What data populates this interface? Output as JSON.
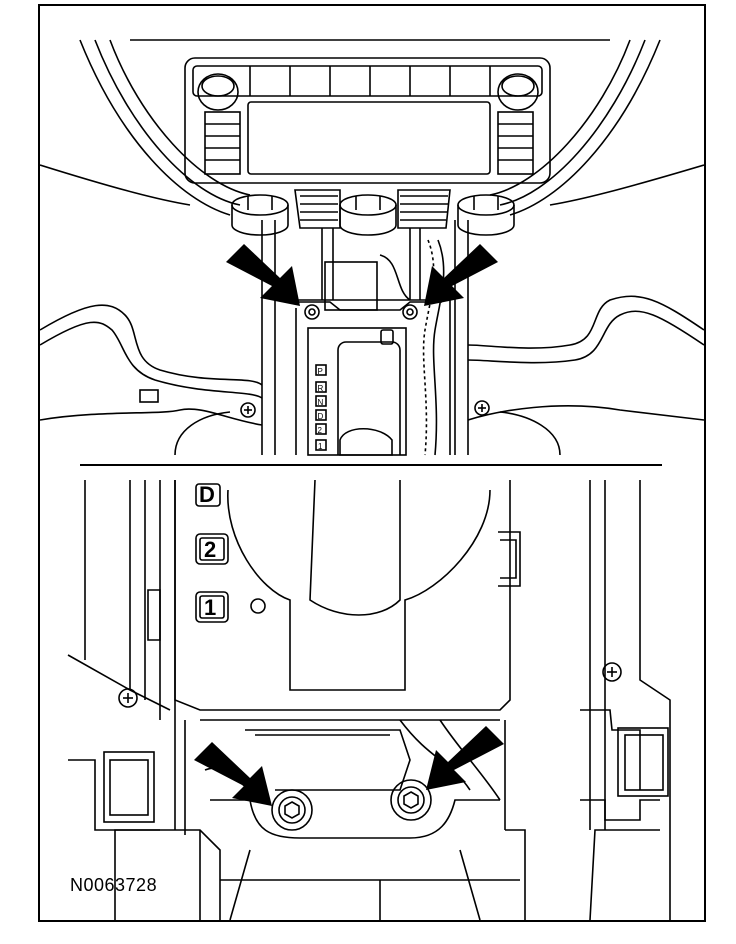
{
  "figure": {
    "id": "N0063728",
    "gear_labels": [
      "D",
      "2",
      "1"
    ],
    "small_gear_labels": [
      "P",
      "R",
      "N",
      "D",
      "2",
      "1"
    ]
  }
}
